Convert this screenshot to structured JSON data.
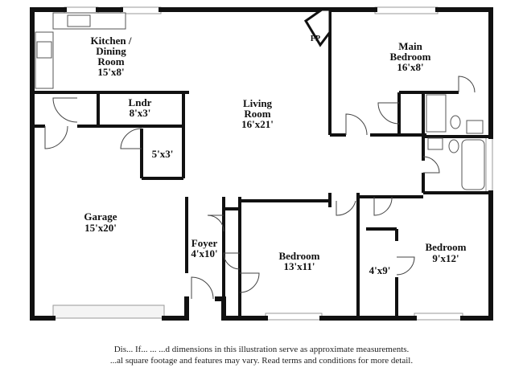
{
  "rooms": {
    "kitchen": {
      "name_1": "Kitchen /",
      "name_2": "Dining",
      "name_3": "Room",
      "size": "15'x8'"
    },
    "laundry": {
      "name": "Lndr",
      "size": "8'x3'"
    },
    "living": {
      "name_1": "Living",
      "name_2": "Room",
      "size": "16'x21'"
    },
    "main_bedroom": {
      "name_1": "Main",
      "name_2": "Bedroom",
      "size": "16'x8'"
    },
    "closet": {
      "size": "5'x3'"
    },
    "garage": {
      "name": "Garage",
      "size": "15'x20'"
    },
    "foyer": {
      "name": "Foyer",
      "size": "4'x10'"
    },
    "bedroom_2": {
      "name": "Bedroom",
      "size": "13'x11'"
    },
    "bedroom_3": {
      "name": "Bedroom",
      "size": "9'x12'"
    },
    "closet_2": {
      "size": "4'x9'"
    },
    "fireplace": {
      "label": "FP"
    }
  },
  "disclaimer": {
    "line_1": "Dis... If... ... ...d dimensions in this illustration serve as approximate measurements.",
    "line_2": "...al square footage and features may vary. Read terms and conditions for more detail."
  }
}
